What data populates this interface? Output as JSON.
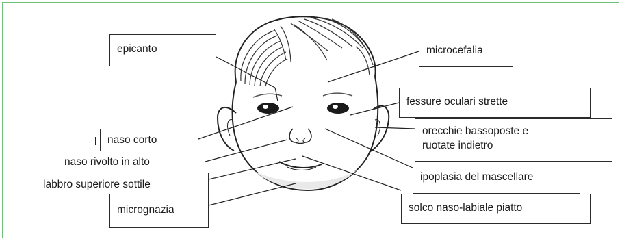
{
  "labels": {
    "epicanto": "epicanto",
    "microcefalia": "microcefalia",
    "fessure": "fessure oculari strette",
    "orecchie_line1": "orecchie bassoposte e",
    "orecchie_line2": "ruotate indietro",
    "naso_corto": "naso corto",
    "naso_rivolto": "naso rivolto in alto",
    "labbro": "labbro superiore sottile",
    "ipoplasia": "ipoplasia del mascellare",
    "micrognazia": "micrognazia",
    "solco": "solco naso-labiale piatto"
  },
  "colors": {
    "border": "#6cc07a",
    "line": "#222222",
    "face_fill": "#ffffff",
    "hair": "#333333"
  }
}
